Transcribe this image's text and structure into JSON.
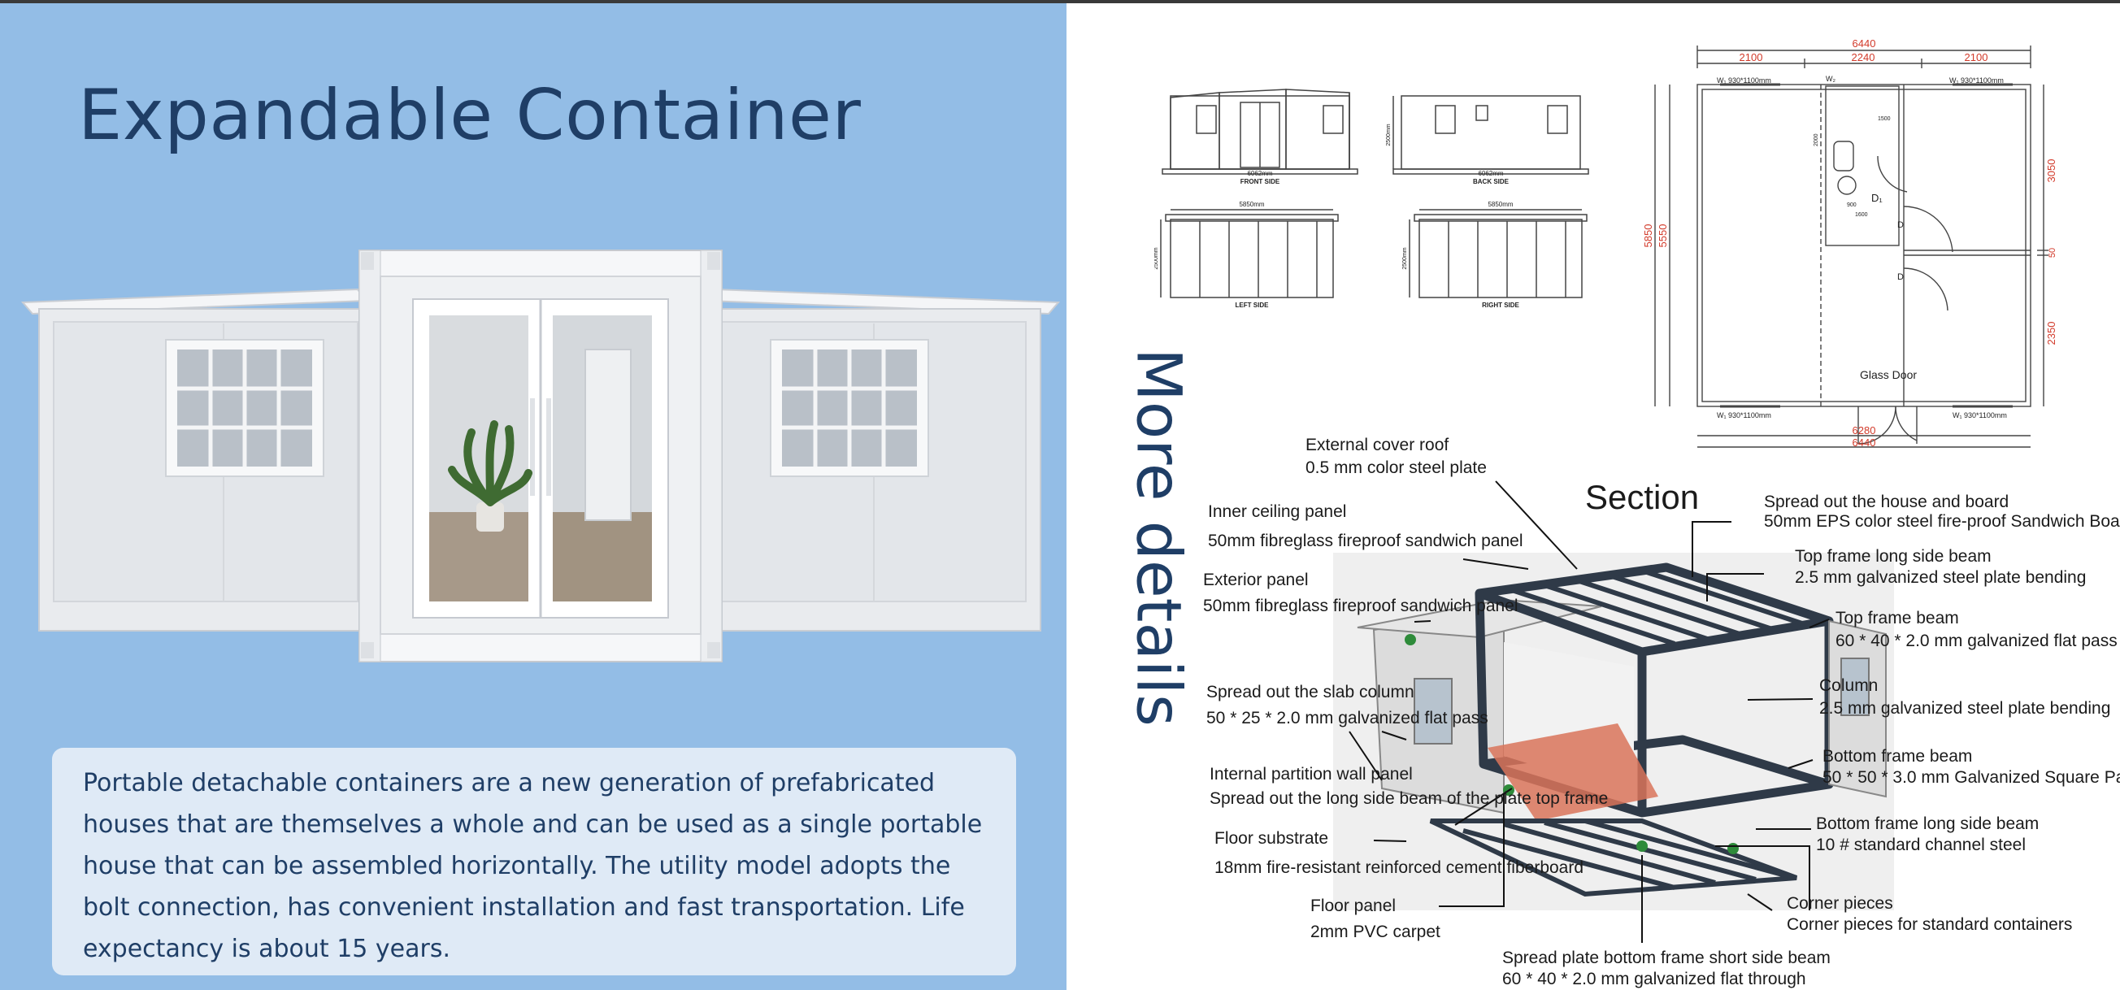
{
  "page": {
    "title": "Expandable Container",
    "description": "Portable detachable containers are a new generation of prefabricated houses that are themselves a whole and can be used as a single portable house that can be assembled horizontally. The utility model adopts the bolt connection, has convenient installation and fast transportation. Life expectancy is about 15 years.",
    "side_title": "More details",
    "section_title": "Section"
  },
  "elevations": {
    "front": {
      "dim": "6062mm",
      "label": "FRONT SIDE"
    },
    "back": {
      "dim": "6062mm",
      "label": "BACK SIDE",
      "height": "2500mm"
    },
    "left": {
      "dim": "5850mm",
      "label": "LEFT SIDE",
      "height": "2500mm"
    },
    "right": {
      "dim": "5850mm",
      "label": "RIGHT SIDE",
      "height": "2500mm"
    }
  },
  "floorplan": {
    "total_top": "6440",
    "seg_left": "2100",
    "seg_mid": "2240",
    "seg_right": "2100",
    "bottom_inner": "6280",
    "bottom_total": "6440",
    "height_outer": "5850",
    "height_inner": "5550",
    "right_top": "3050",
    "right_mid": "50",
    "right_bot": "2350",
    "window_tl": "W₁ 930*1100mm",
    "window_tr": "W₁ 930*1100mm",
    "window_bl": "W₁ 930*1100mm",
    "window_br": "W₁ 930*1100mm",
    "window_bath": "W₂",
    "bath_dim_a": "1500",
    "bath_dim_b": "2000",
    "bath_dim_c": "900",
    "bath_dim_d": "1600",
    "door_d1": "D₁",
    "door_d_a": "D",
    "door_d_b": "D",
    "glass_door": "Glass Door"
  },
  "callouts": {
    "ext_roof_1": "External cover roof",
    "ext_roof_2": "0.5 mm color steel plate",
    "inner_ceiling_1": "Inner ceiling panel",
    "inner_ceiling_2": "50mm fibreglass fireproof sandwich panel",
    "ext_panel_1": "Exterior panel",
    "ext_panel_2": "50mm fibreglass fireproof sandwich panel",
    "slab_col_1": "Spread out the slab column",
    "slab_col_2": "50 * 25 * 2.0 mm galvanized flat pass",
    "partition_1": "Internal partition wall panel",
    "partition_2": "Spread out the long side beam of the plate top frame",
    "floor_sub_1": "Floor substrate",
    "floor_sub_2": "18mm fire-resistant reinforced cement fiberboard",
    "floor_panel_1": "Floor panel",
    "floor_panel_2": "2mm PVC carpet",
    "spread_house_1": "Spread out the house and board",
    "spread_house_2": "50mm EPS color steel fire-proof Sandwich Boa",
    "top_long_1": "Top frame long side beam",
    "top_long_2": "2.5 mm galvanized steel plate bending",
    "top_beam_1": "Top frame beam",
    "top_beam_2": "60 * 40 * 2.0 mm galvanized flat pass",
    "column_1": "Column",
    "column_2": "2.5 mm galvanized steel plate bending",
    "bottom_beam_1": "Bottom frame beam",
    "bottom_beam_2": "50 * 50 * 3.0 mm Galvanized Square Pa",
    "bottom_long_1": "Bottom frame long side beam",
    "bottom_long_2": "10 # standard channel steel",
    "corner_1": "Corner pieces",
    "corner_2": "Corner pieces for standard containers",
    "spread_short_1": "Spread plate bottom frame short side beam",
    "spread_short_2": "60 * 40 * 2.0 mm galvanized flat through"
  },
  "colors": {
    "panel_bg": "#93bde6",
    "title": "#1f3e66",
    "desc_bg": "#dfeaf6",
    "dim_red": "#d23a2a"
  }
}
